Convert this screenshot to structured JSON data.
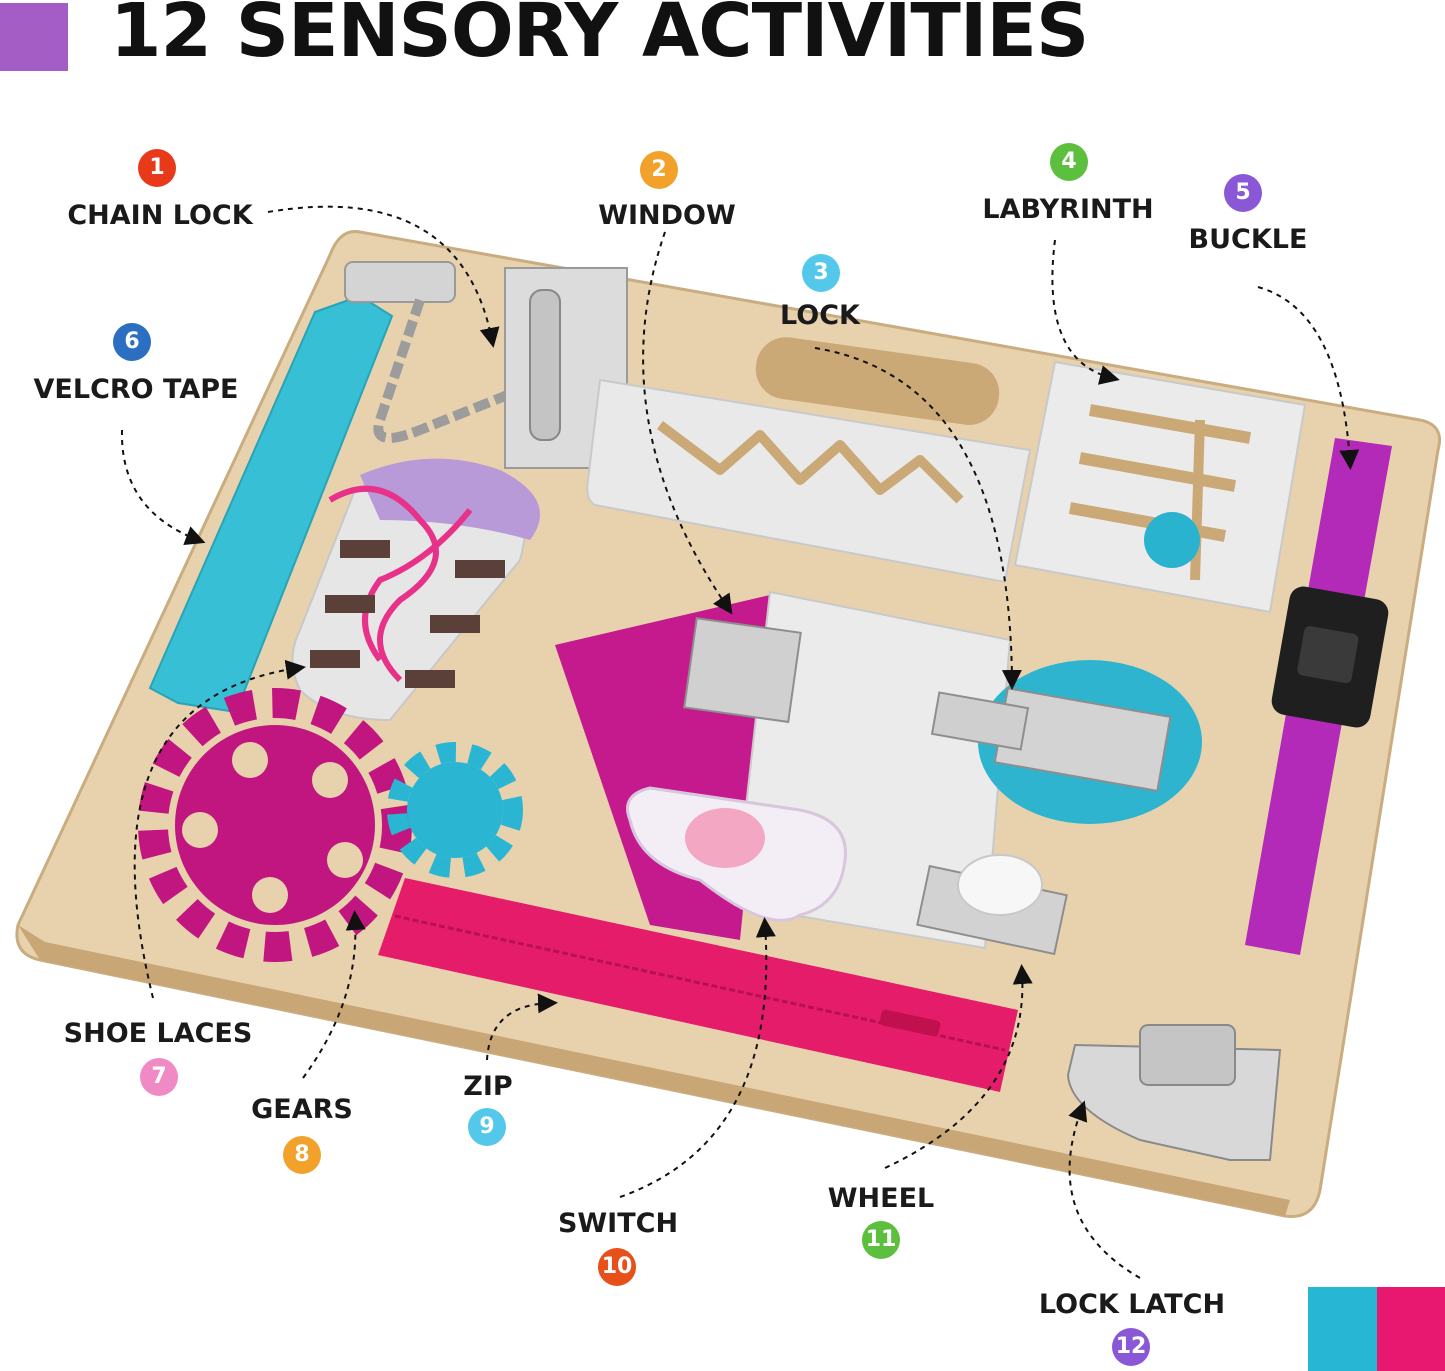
{
  "header": {
    "title": "12 SENSORY ACTIVITIES"
  },
  "colors": {
    "purple": "#a45dc4",
    "cyan": "#27b6d3",
    "pink": "#e8176f",
    "magenta": "#c41a8e",
    "wood": "#e8d2ae",
    "panel_white": "#e9e9e9"
  },
  "activities": [
    {
      "number": "1",
      "label": "CHAIN LOCK",
      "color": "#e83a1a"
    },
    {
      "number": "2",
      "label": "WINDOW",
      "color": "#f2a22a"
    },
    {
      "number": "3",
      "label": "LOCK",
      "color": "#54c8ea"
    },
    {
      "number": "4",
      "label": "LABYRINTH",
      "color": "#5cbf3e"
    },
    {
      "number": "5",
      "label": "BUCKLE",
      "color": "#8a58d6"
    },
    {
      "number": "6",
      "label": "VELCRO TAPE",
      "color": "#2c6fc2"
    },
    {
      "number": "7",
      "label": "SHOE LACES",
      "color": "#f08ac4"
    },
    {
      "number": "8",
      "label": "GEARS",
      "color": "#f2a22a"
    },
    {
      "number": "9",
      "label": "ZIP",
      "color": "#54c8ea"
    },
    {
      "number": "10",
      "label": "SWITCH",
      "color": "#e8501a"
    },
    {
      "number": "11",
      "label": "WHEEL",
      "color": "#5cbf3e"
    },
    {
      "number": "12",
      "label": "LOCK LATCH",
      "color": "#8a58d6"
    }
  ]
}
